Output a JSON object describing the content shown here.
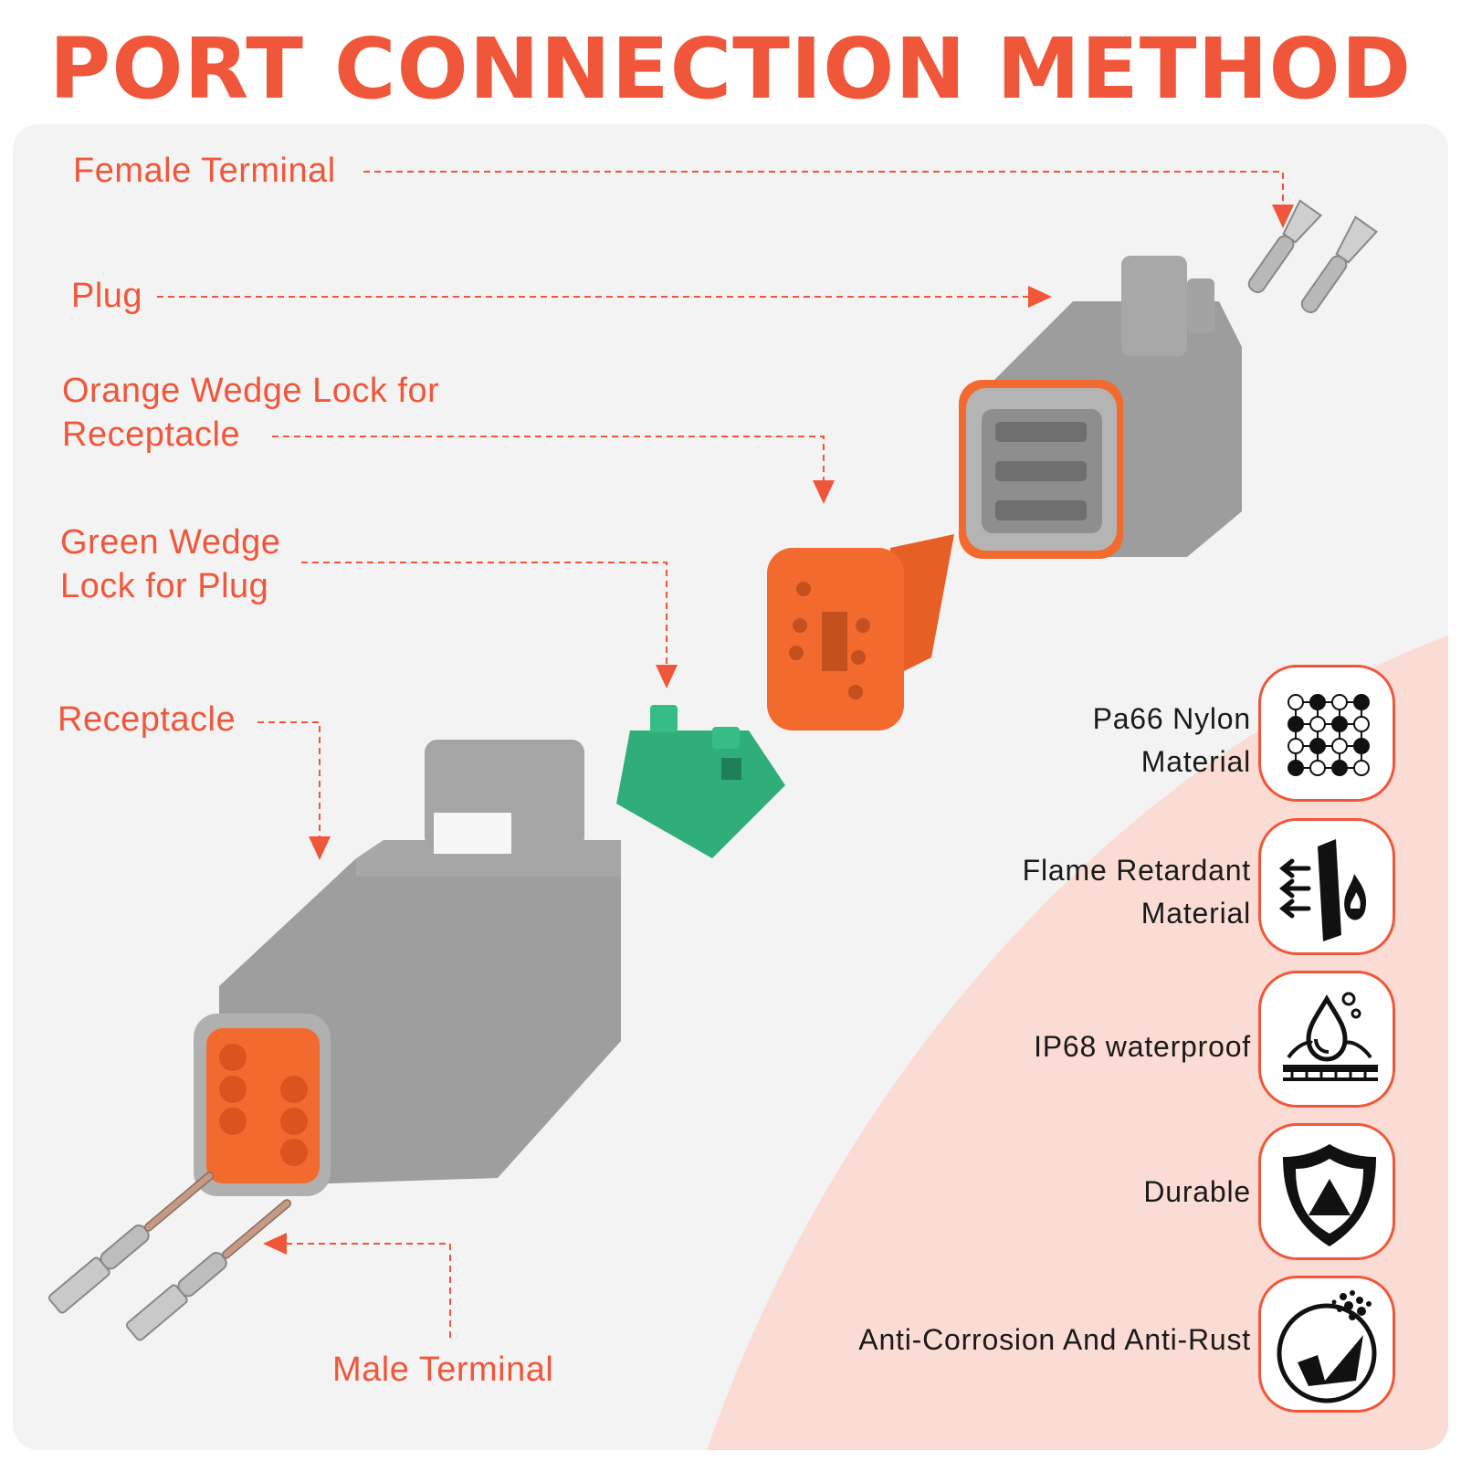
{
  "title": "PORT CONNECTION METHOD",
  "labels": {
    "female_terminal": "Female Terminal",
    "plug": "Plug",
    "orange_wedge_line1": "Orange Wedge Lock for",
    "orange_wedge_line2": "Receptacle",
    "green_wedge_line1": "Green Wedge",
    "green_wedge_line2": "Lock for Plug",
    "receptacle": "Receptacle",
    "male_terminal": "Male Terminal"
  },
  "features": [
    {
      "line1": "Pa66 Nylon",
      "line2": "Material",
      "icon": "nylon-mesh-icon"
    },
    {
      "line1": "Flame Retardant",
      "line2": "Material",
      "icon": "flame-shield-icon"
    },
    {
      "line1": "IP68 waterproof",
      "line2": "",
      "icon": "water-drop-icon"
    },
    {
      "line1": "Durable",
      "line2": "",
      "icon": "shield-icon"
    },
    {
      "line1": "Anti-Corrosion And Anti-Rust",
      "line2": "",
      "icon": "anti-rust-icon"
    }
  ],
  "colors": {
    "accent": "#f0573a",
    "pink_bg": "#fbdcd4",
    "connector_gray": "#9a9a9a",
    "wedge_orange": "#f26a2e",
    "wedge_green": "#2fae7a"
  }
}
